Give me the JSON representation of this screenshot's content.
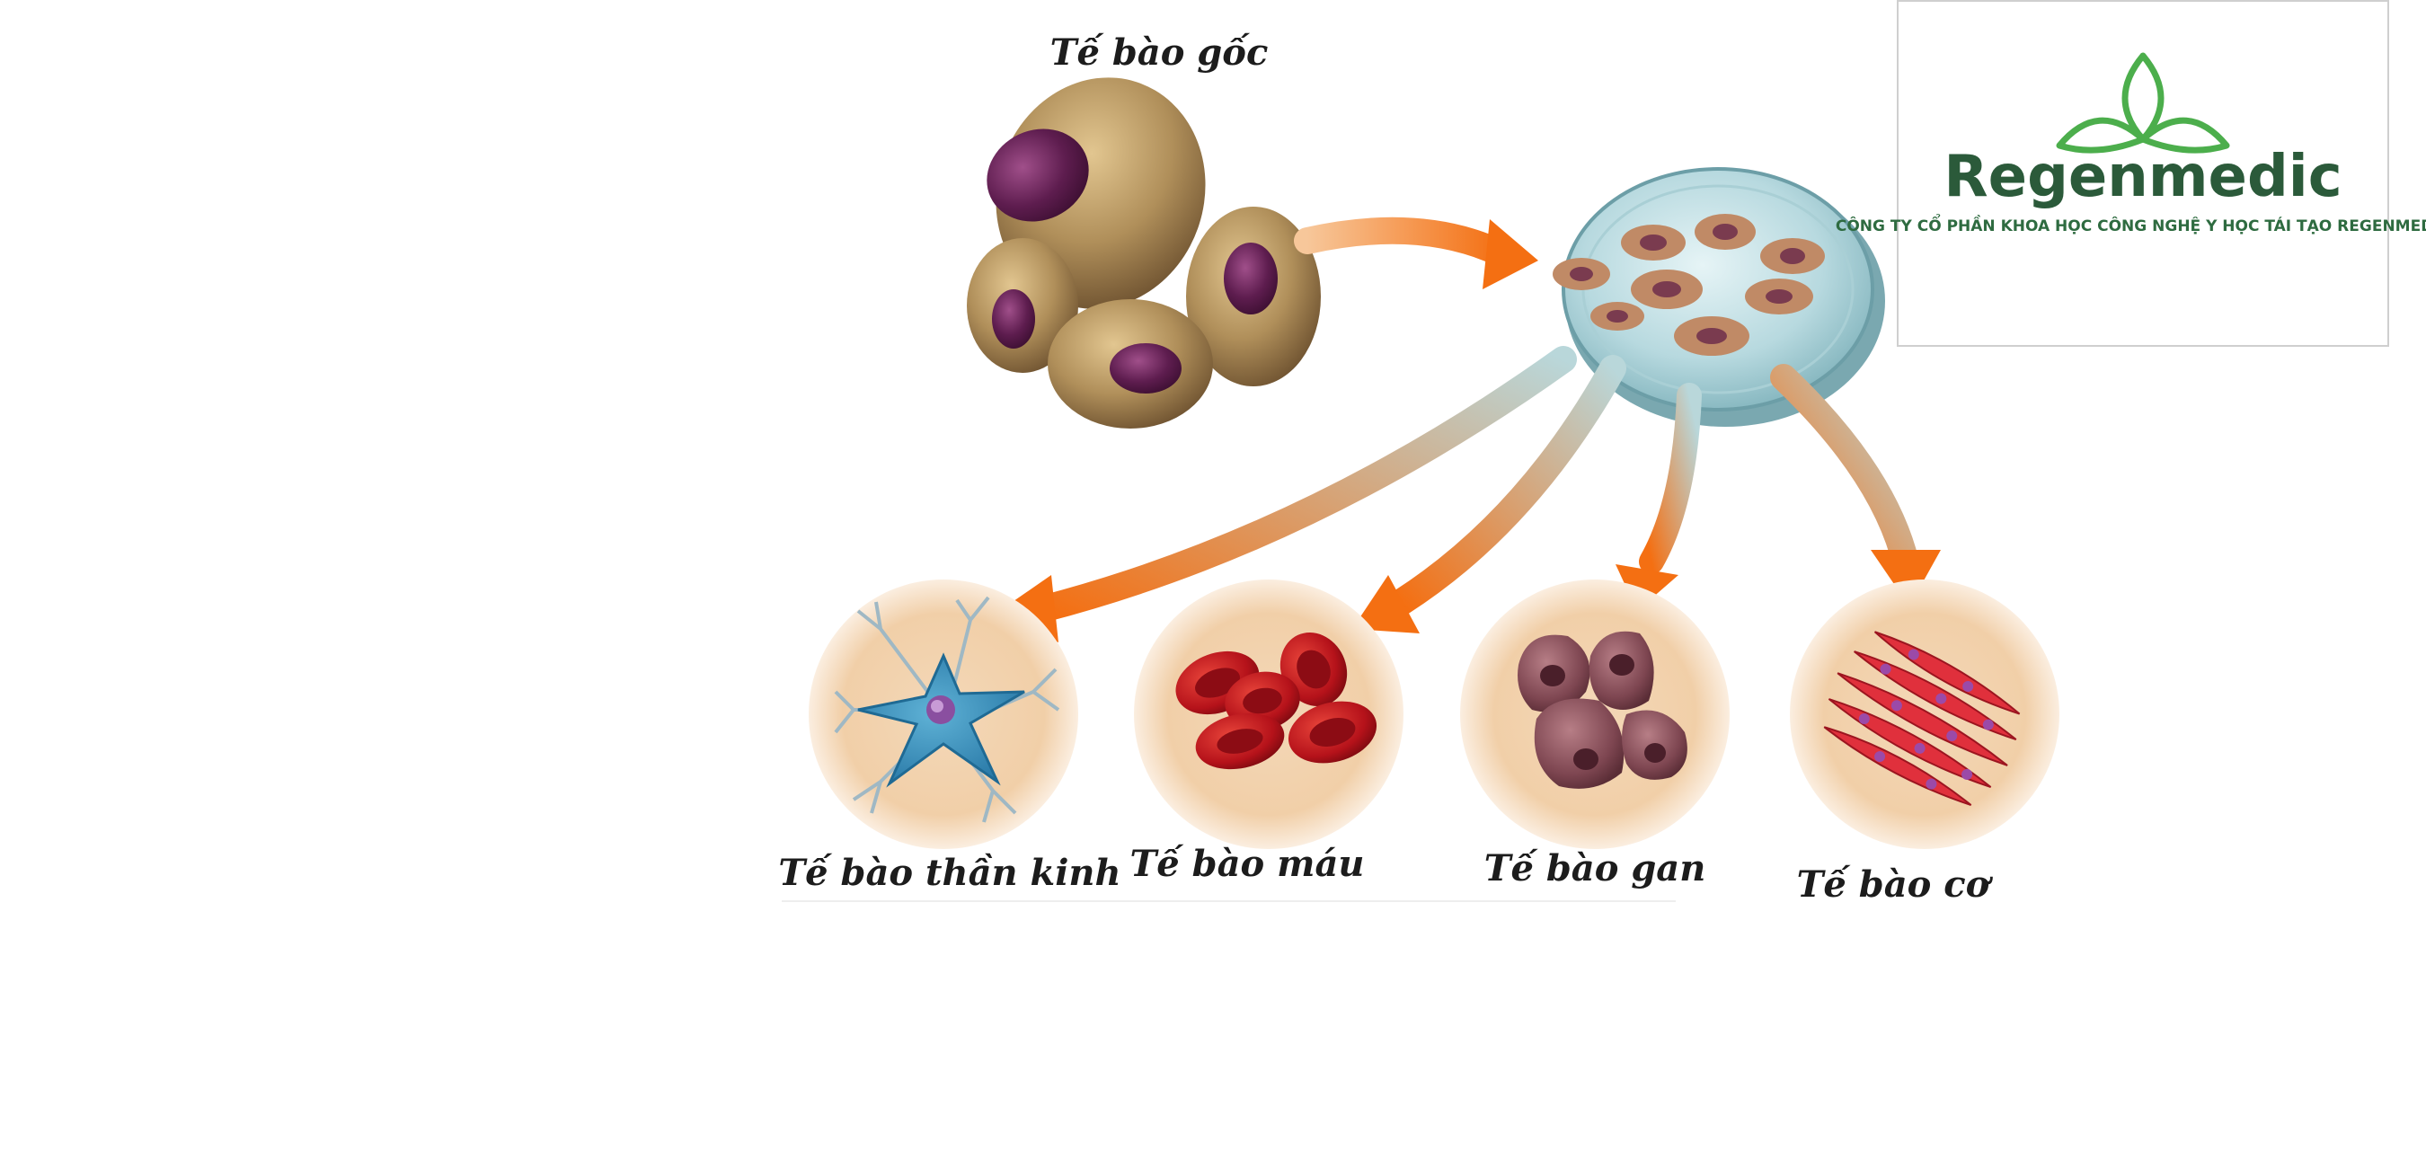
{
  "diagram": {
    "source_label": "Tế bào gốc",
    "targets": [
      {
        "label": "Tế bào thần kinh",
        "icon": "neuron-icon"
      },
      {
        "label": "Tế bào máu",
        "icon": "red-blood-cells-icon"
      },
      {
        "label": "Tế bào gan",
        "icon": "liver-cells-icon"
      },
      {
        "label": "Tế bào cơ",
        "icon": "muscle-cells-icon"
      }
    ]
  },
  "logo": {
    "name": "Regenmedic",
    "subtitle": "CÔNG TY CỔ PHẦN KHOA HỌC CÔNG NGHỆ Y HỌC TÁI TẠO REGENMEDIC"
  },
  "colors": {
    "arrow": "#f57a1f",
    "disc": "#f2d3b1",
    "logo_green": "#2b5a3a",
    "leaf_green": "#4cae4c"
  }
}
